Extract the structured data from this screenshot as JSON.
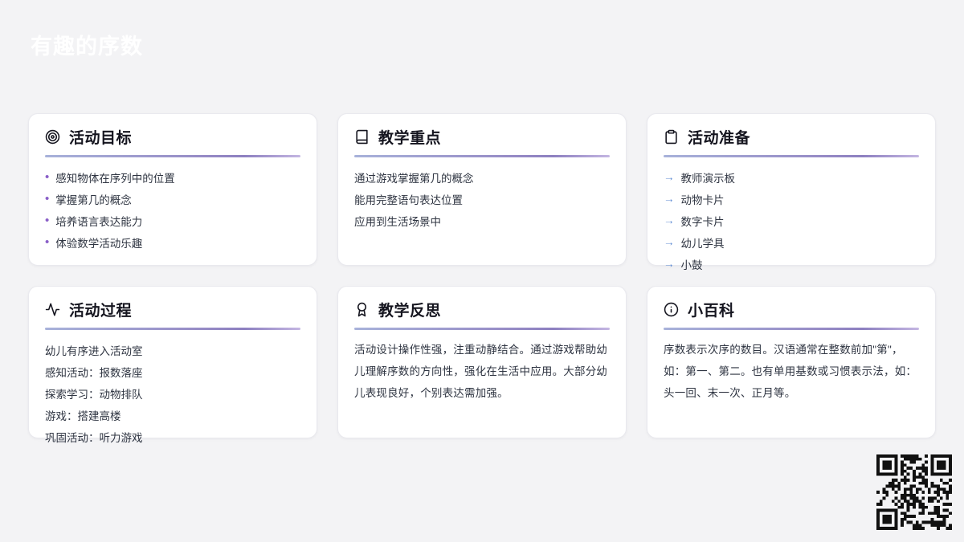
{
  "page": {
    "title": "有趣的序数"
  },
  "theme": {
    "background": "#f3f3f5",
    "card_background": "#ffffff",
    "card_border": "#e9e9ee",
    "title_color": "#ffffff",
    "heading_color": "#15151f",
    "body_text_color": "#2f3542",
    "rule_gradient": [
      "#a8b2da",
      "#8d80c0",
      "#c4b6e2"
    ],
    "bullet_color": "#8a5fc8",
    "arrow_color": "#5d8ad2",
    "qr_color": "#111111"
  },
  "glyphs": {
    "bullet": "•",
    "arrow": "→"
  },
  "cards": [
    {
      "icon": "target-icon",
      "title": "活动目标",
      "list_style": "bullet",
      "items": [
        "感知物体在序列中的位置",
        "掌握第几的概念",
        "培养语言表达能力",
        "体验数学活动乐趣"
      ]
    },
    {
      "icon": "book-icon",
      "title": "教学重点",
      "list_style": "plain",
      "items": [
        "通过游戏掌握第几的概念",
        "能用完整语句表达位置",
        "应用到生活场景中"
      ]
    },
    {
      "icon": "clipboard-icon",
      "title": "活动准备",
      "list_style": "arrow",
      "items": [
        "教师演示板",
        "动物卡片",
        "数字卡片",
        "幼儿学具",
        "小鼓"
      ]
    },
    {
      "icon": "activity-icon",
      "title": "活动过程",
      "list_style": "plain",
      "items": [
        "幼儿有序进入活动室",
        "感知活动：报数落座",
        "探索学习：动物排队",
        "游戏：搭建高楼",
        "巩固活动：听力游戏"
      ]
    },
    {
      "icon": "award-icon",
      "title": "教学反思",
      "list_style": "paragraph",
      "paragraph": "活动设计操作性强，注重动静结合。通过游戏帮助幼儿理解序数的方向性，强化在生活中应用。大部分幼儿表现良好，个别表达需加强。"
    },
    {
      "icon": "info-icon",
      "title": "小百科",
      "list_style": "paragraph",
      "paragraph": "序数表示次序的数目。汉语通常在整数前加\"第\"，如：第一、第二。也有单用基数或习惯表示法，如：头一回、末一次、正月等。"
    }
  ]
}
